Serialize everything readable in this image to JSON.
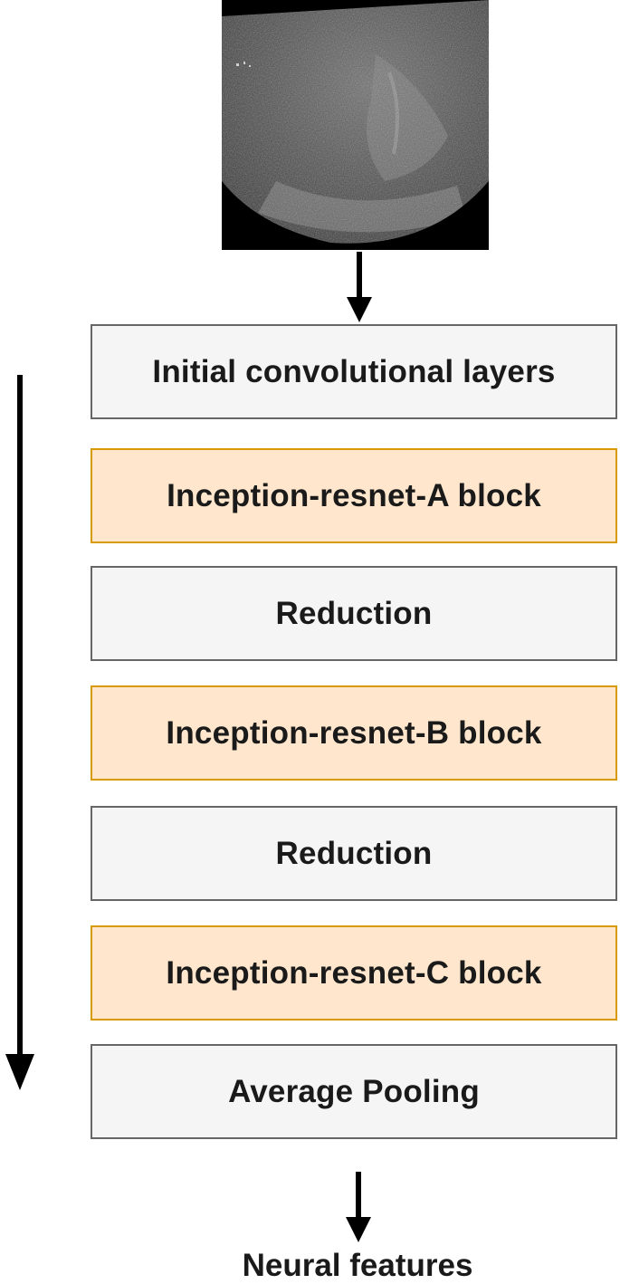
{
  "input_image": {
    "description_icon": "ultrasound-scan-image"
  },
  "blocks": [
    {
      "label": "Initial convolutional layers",
      "style": "gray"
    },
    {
      "label": "Inception-resnet-A block",
      "style": "orange"
    },
    {
      "label": "Reduction",
      "style": "gray"
    },
    {
      "label": "Inception-resnet-B block",
      "style": "orange"
    },
    {
      "label": "Reduction",
      "style": "gray"
    },
    {
      "label": "Inception-resnet-C block",
      "style": "orange"
    },
    {
      "label": "Average Pooling",
      "style": "gray"
    }
  ],
  "output": {
    "label": "Neural features"
  },
  "colors": {
    "gray_fill": "#f5f5f5",
    "gray_border": "#666666",
    "orange_fill": "#ffe6cc",
    "orange_border": "#d79b00"
  }
}
